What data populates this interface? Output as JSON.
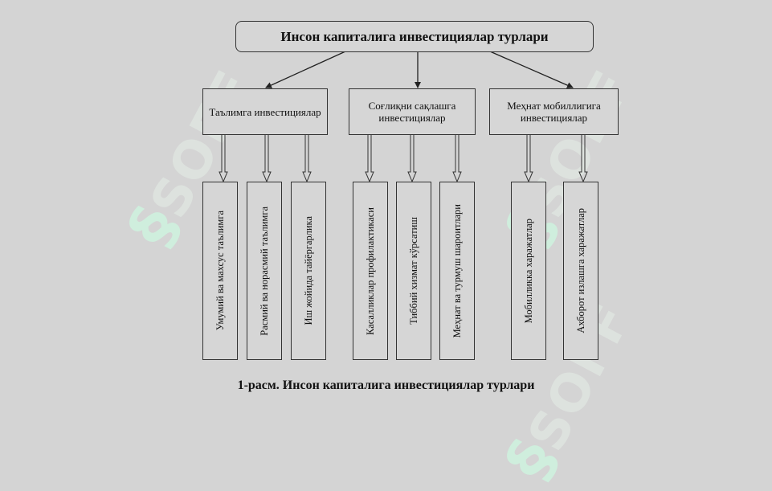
{
  "diagram": {
    "title": "Инсон капиталига инвестициялар турлари",
    "categories": [
      {
        "label": "Таълимга инвестициялар",
        "items": [
          "Умумий ва махсус таълимга",
          "Расмий ва норасмий таълимга",
          "Иш жойида тайёргарлика"
        ]
      },
      {
        "label": "Соғлиқни сақлашга инвестициялар",
        "items": [
          "Касалликлар профилактикаси",
          "Тиббий хизмат кўрсатиш",
          "Меҳнат ва турмуш шароитлари"
        ]
      },
      {
        "label": "Меҳнат мобиллигига инвестициялар",
        "items": [
          "Мобилликка харажатлар",
          "Ахборот излашга харажатлар"
        ]
      }
    ],
    "caption": "1-расм. Инсон капиталига инвестициялар турлари"
  },
  "watermark": {
    "text": "SOFF",
    "color": "#cfeedd"
  }
}
